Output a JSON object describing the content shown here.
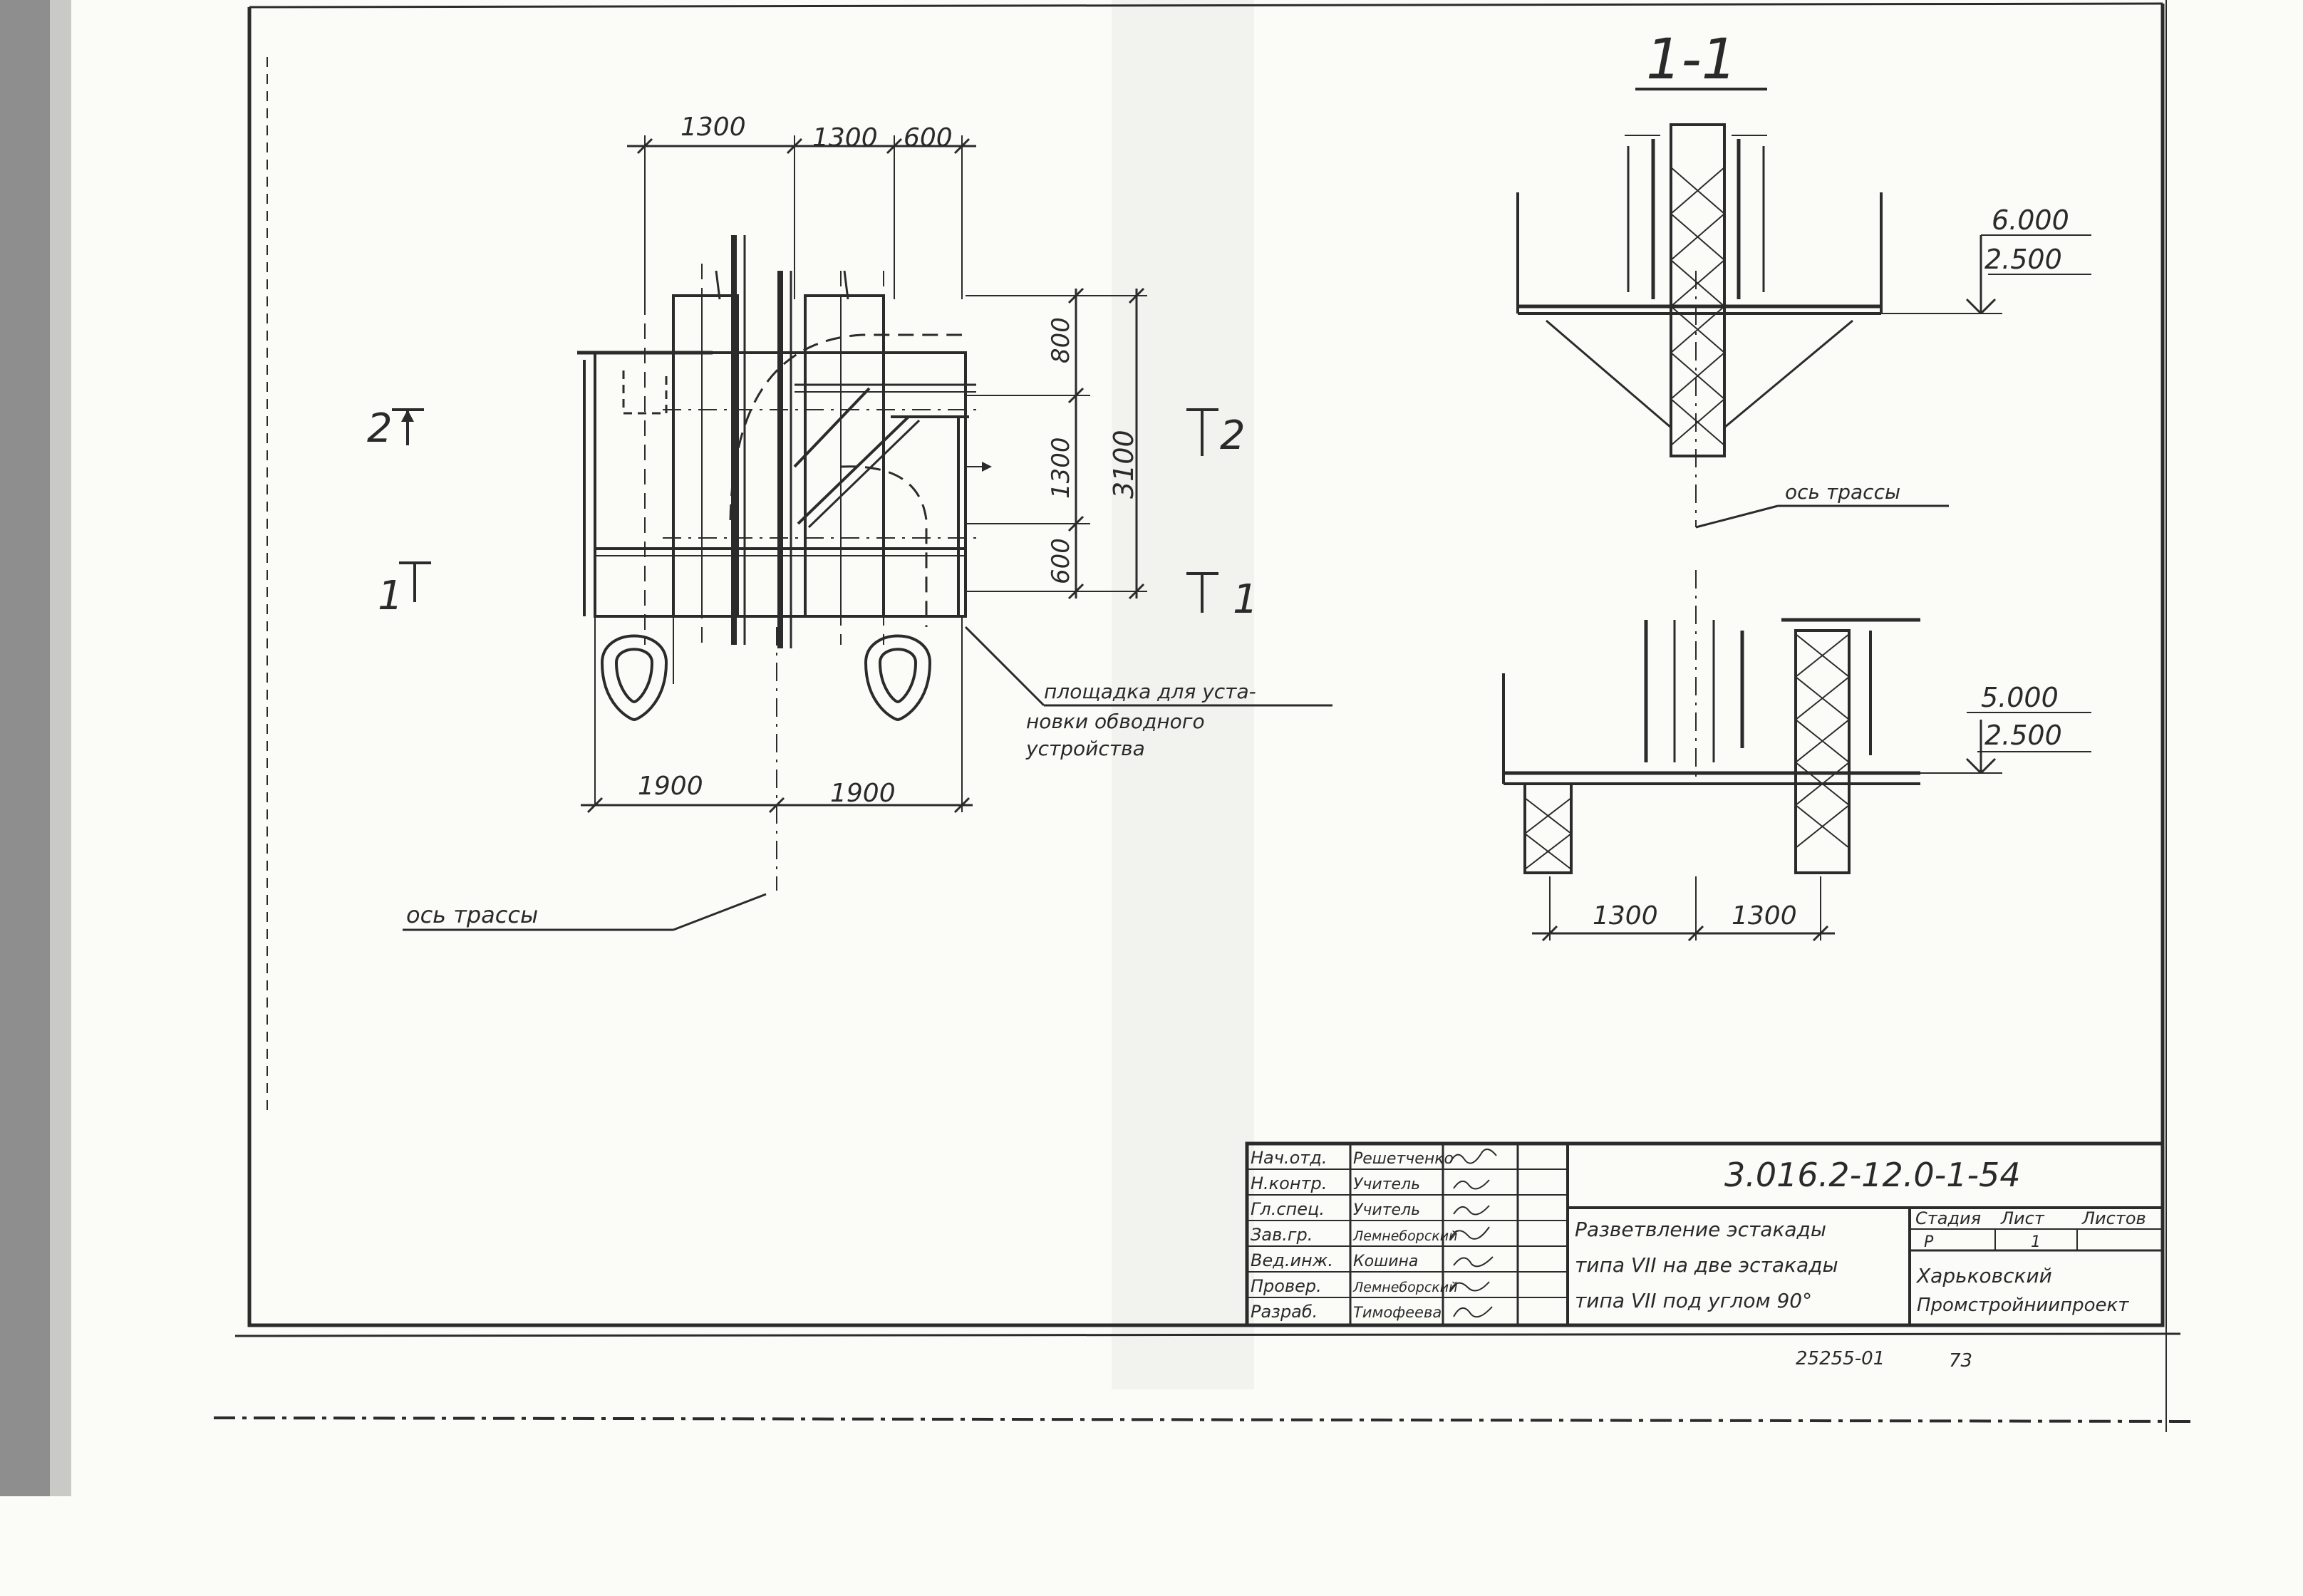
{
  "plan": {
    "dims_top": [
      "1300",
      "1300",
      "600"
    ],
    "dims_right": [
      "800",
      "1300",
      "600"
    ],
    "dim_total_right": "3100",
    "dims_bottom": [
      "1900",
      "1900"
    ],
    "cut_marks": {
      "left_upper": "2",
      "left_lower": "1",
      "right_upper": "2",
      "right_lower": "1"
    },
    "axis_label": "ось трассы",
    "platform_note": [
      "площадка для уста-",
      "новки обводного",
      "устройства"
    ]
  },
  "section": {
    "title": "1-1",
    "upper_elev_top": "6.000",
    "upper_elev_bottom": "2.500",
    "axis_label": "ось трассы",
    "lower_elev_top": "5.000",
    "lower_elev_bottom": "2.500",
    "dims_bottom": [
      "1300",
      "1300"
    ]
  },
  "title_block": {
    "roles": [
      "Нач.отд.",
      "Н.контр.",
      "Гл.спец.",
      "Зав.гр.",
      "Вед.инж.",
      "Провер.",
      "Разраб."
    ],
    "names": [
      "Решетченко",
      "Учитель",
      "Учитель",
      "Лемнеборский",
      "Кошина",
      "Лемнеборский",
      "Тимофеева"
    ],
    "doc_code": "3.016.2-12.0-1-54",
    "title_lines": [
      "Разветвление эстакады",
      "типа VII на две эстакады",
      "типа VII под углом 90°"
    ],
    "col_headers": [
      "Стадия",
      "Лист",
      "Листов"
    ],
    "stage": "Р",
    "sheet_no": "1",
    "org": [
      "Харьковский",
      "Промстройниипроект"
    ],
    "footer_code": "25255-01",
    "footer_page": "73"
  }
}
